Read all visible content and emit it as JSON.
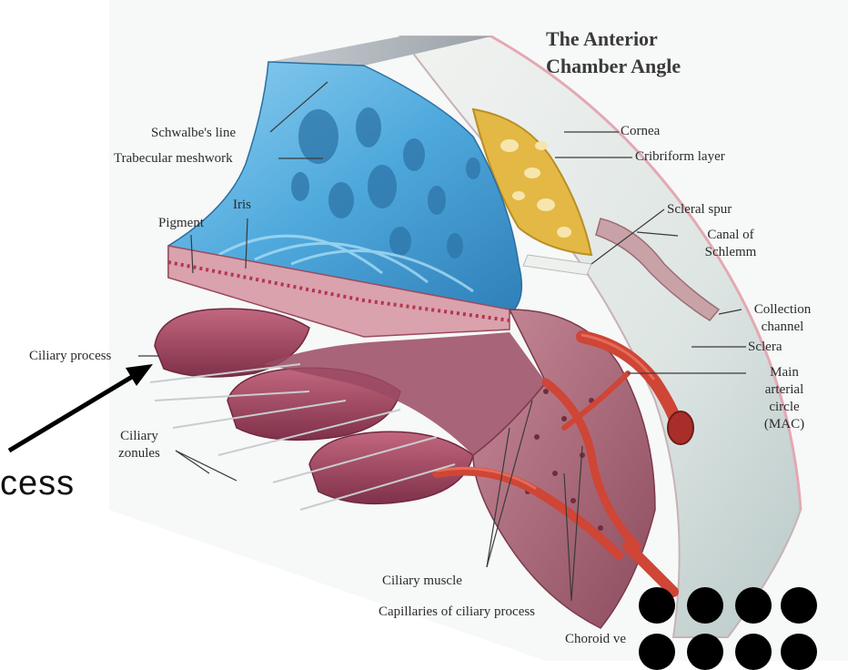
{
  "title_line1": "The Anterior",
  "title_line2": "Chamber Angle",
  "side_text": "cess",
  "labels": {
    "schwalbes_line": "Schwalbe's line",
    "trabecular_meshwork": "Trabecular meshwork",
    "iris": "Iris",
    "pigment": "Pigment",
    "ciliary_process": "Ciliary process",
    "ciliary_zonules_1": "Ciliary",
    "ciliary_zonules_2": "zonules",
    "cornea": "Cornea",
    "cribriform_layer": "Cribriform layer",
    "scleral_spur": "Scleral spur",
    "canal_of_schlemm_1": "Canal of",
    "canal_of_schlemm_2": "Schlemm",
    "collection_channel_1": "Collection",
    "collection_channel_2": "channel",
    "sclera": "Sclera",
    "mac_1": "Main",
    "mac_2": "arterial",
    "mac_3": "circle",
    "mac_4": "(MAC)",
    "ciliary_muscle": "Ciliary muscle",
    "capillaries": "Capillaries of ciliary process",
    "choroid_veins": "Choroid ve"
  },
  "colors": {
    "meshwork": "#5fb3e0",
    "cribriform": "#e0b640",
    "ciliary_tissue": "#a5506b",
    "vessels": "#d24a3e",
    "sclera": "#e8ecea",
    "background": "#ffffff"
  }
}
